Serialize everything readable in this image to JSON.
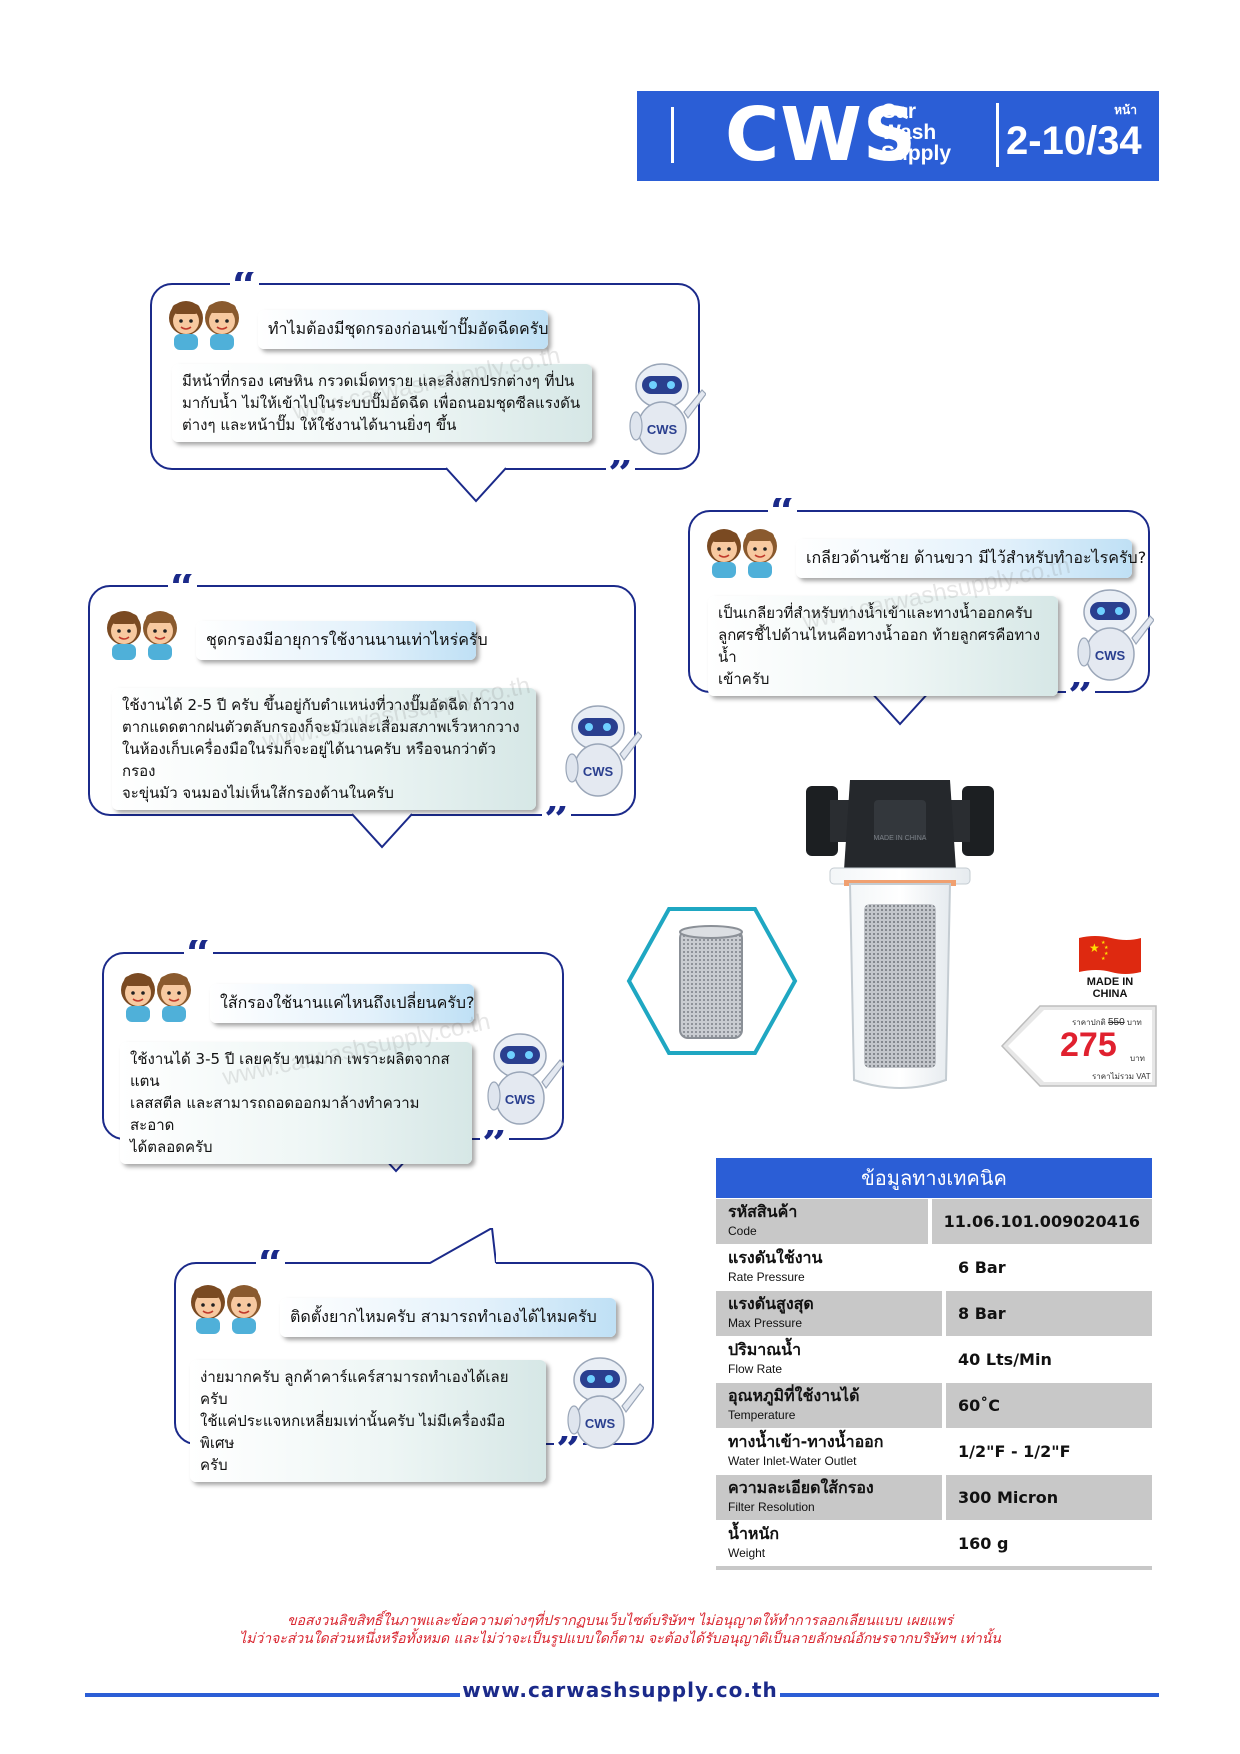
{
  "header": {
    "logo": "CWS",
    "logo_sub": [
      "Car",
      "Wash",
      "Supply"
    ],
    "page_label": "หน้า",
    "page_number": "2-10/34"
  },
  "watermark": "www.carwashsupply.co.th",
  "faq": [
    {
      "question": "ทำไมต้องมีชุดกรองก่อนเข้าปั๊มอัดฉีดครับ",
      "answer": [
        "มีหน้าที่กรอง เศษหิน กรวดเม็ดทราย และสิ่งสกปรกต่างๆ ที่ปน",
        "มากับน้ำ ไม่ให้เข้าไปในระบบปั๊มอัดฉีด เพื่อถนอมชุดซีลแรงดัน",
        "ต่างๆ และหน้าปั๊ม ให้ใช้งานได้นานยิ่งๆ ขึ้น"
      ]
    },
    {
      "question": "เกลียวด้านซ้าย ด้านขวา มีไว้สำหรับทำอะไรครับ?",
      "answer": [
        "เป็นเกลียวที่สำหรับทางน้ำเข้าและทางน้ำออกครับ",
        "ลูกศรชี้ไปด้านไหนคือทางน้ำออก ท้ายลูกศรคือทางน้ำ",
        "เข้าครับ"
      ]
    },
    {
      "question": "ชุดกรองมีอายุการใช้งานนานเท่าไหร่ครับ",
      "answer": [
        "ใช้งานได้ 2-5 ปี ครับ ขึ้นอยู่กับตำแหน่งที่วางปั๊มอัดฉีด ถ้าวาง",
        "ตากแดดตากฝนตัวตลับกรองก็จะมัวและเสื่อมสภาพเร็วหากวาง",
        "ในห้องเก็บเครื่องมือในร่มก็จะอยู่ได้นานครับ หรือจนกว่าตัวกรอง",
        "จะขุ่นมัว จนมองไม่เห็นใส้กรองด้านในครับ"
      ]
    },
    {
      "question": "ใส้กรองใช้นานแค่ไหนถึงเปลี่ยนครับ?",
      "answer": [
        "ใช้งานได้ 3-5 ปี เลยครับ ทนมาก เพราะผลิตจากสแตน",
        "เลสสตีล และสามารถถอดออกมาล้างทำความสะอาด",
        "ได้ตลอดครับ"
      ]
    },
    {
      "question": "ติดตั้งยากไหมครับ สามารถทำเองได้ไหมครับ",
      "answer": [
        "ง่ายมากครับ ลูกค้าคาร์แคร์สามารถทำเองได้เลยครับ",
        "ใช้แค่ประแจหกเหลี่ยมเท่านั้นครับ ไม่มีเครื่องมือพิเศษ",
        "ครับ"
      ]
    }
  ],
  "robot_label": "CWS",
  "product": {
    "body_print": [
      "MADE IN CHINA"
    ],
    "made_in": [
      "MADE IN",
      "CHINA"
    ],
    "price_old_label": "ราคาปกติ",
    "price_old": "550",
    "price_new": "275",
    "price_unit": "บาท",
    "vat_note": "ราคาไม่รวม VAT"
  },
  "spec": {
    "title": "ข้อมูลทางเทคนิค",
    "rows": [
      {
        "th": "รหัสสินค้า",
        "en": "Code",
        "value": "11.06.101.009020416"
      },
      {
        "th": "แรงดันใช้งาน",
        "en": "Rate Pressure",
        "value": "6 Bar"
      },
      {
        "th": "แรงดันสูงสุด",
        "en": "Max Pressure",
        "value": "8 Bar"
      },
      {
        "th": "ปริมาณน้ำ",
        "en": "Flow Rate",
        "value": "40 Lts/Min"
      },
      {
        "th": "อุณหภูมิที่ใช้งานได้",
        "en": "Temperature",
        "value": "60˚C"
      },
      {
        "th": "ทางน้ำเข้า-ทางน้ำออก",
        "en": "Water Inlet-Water Outlet",
        "value": "1/2\"F - 1/2\"F"
      },
      {
        "th": "ความละเอียดใส้กรอง",
        "en": "Filter Resolution",
        "value": "300 Micron"
      },
      {
        "th": "น้ำหนัก",
        "en": "Weight",
        "value": "160 g"
      }
    ]
  },
  "footer": {
    "disclaimer_line1": "ขอสงวนลิขสิทธิ์ในภาพและข้อความต่างๆที่ปรากฏบนเว็บไซต์บริษัทฯ ไม่อนุญาตให้ทำการลอกเลียนแบบ เผยแพร่",
    "disclaimer_line2": "ไม่ว่าจะส่วนใดส่วนหนึ่งหรือทั้งหมด และไม่ว่าจะเป็นรูปแบบใดก็ตาม จะต้องได้รับอนุญาติเป็นลายลักษณ์อักษรจากบริษัทฯ เท่านั้น",
    "url": "www.carwashsupply.co.th"
  },
  "colors": {
    "brand_blue": "#2b5ed6",
    "bubble_border": "#1b2a8a",
    "price_red": "#e0212f",
    "hex_teal": "#1fa7c2"
  }
}
